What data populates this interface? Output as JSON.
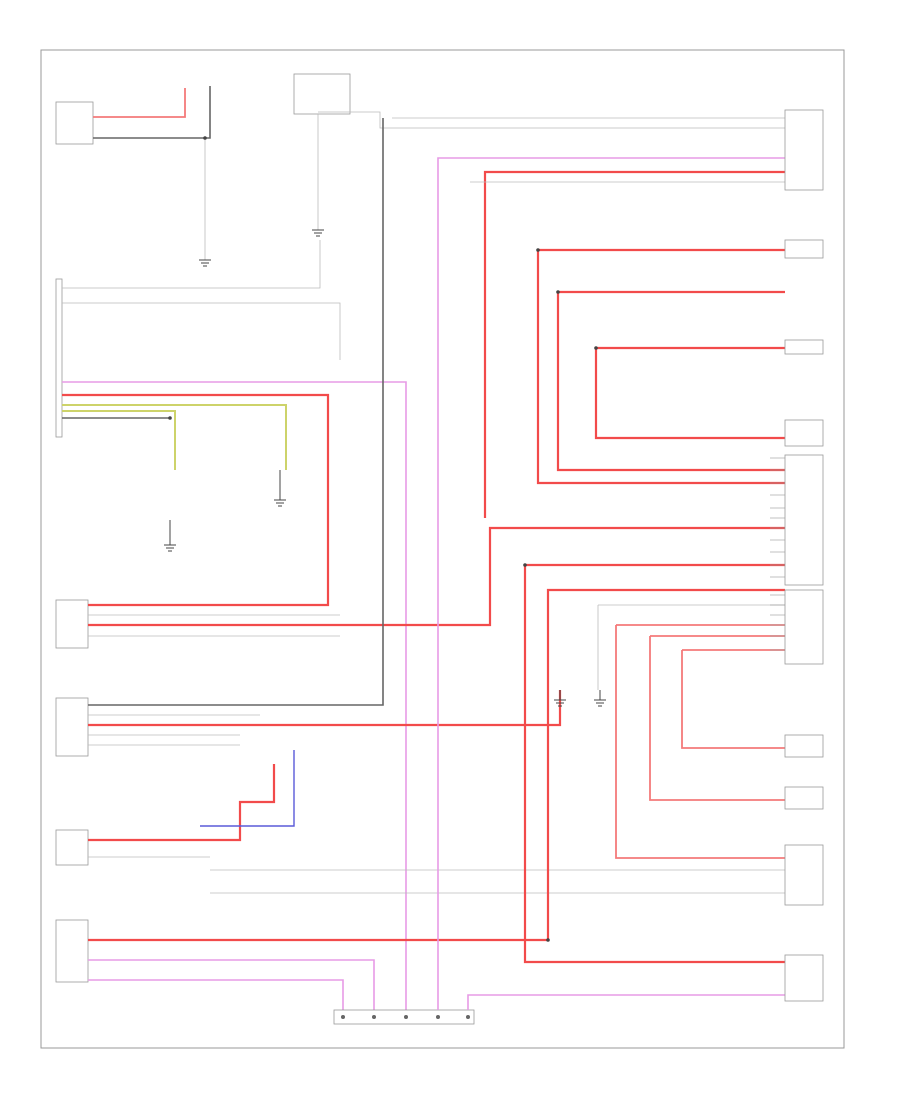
{
  "diagram": {
    "code_label": "",
    "colors": {
      "power_wire": "#f24b4b",
      "signal_wire": "#e79be6",
      "ground_wire": "#666666",
      "can_wire": "#cdd36a",
      "blue_wire": "#5a5ad8"
    },
    "components": [
      {
        "id": "rear-seat-heater-switch",
        "label": ""
      },
      {
        "id": "rear-seat-heater-element",
        "label": ""
      },
      {
        "id": "junction-block-left",
        "label": ""
      },
      {
        "id": "body-control-module-left",
        "label": ""
      },
      {
        "id": "seat-control-module",
        "label": ""
      },
      {
        "id": "rear-seat-heater-left",
        "label": ""
      },
      {
        "id": "heater-module",
        "label": ""
      },
      {
        "id": "climate-control-module-top",
        "label": ""
      },
      {
        "id": "seat-control-module-right-1",
        "label": ""
      },
      {
        "id": "seat-heater-control-module",
        "label": ""
      },
      {
        "id": "hvac-control-panel",
        "label": ""
      },
      {
        "id": "climate-control-module-right",
        "label": ""
      },
      {
        "id": "rear-seat-heater-right",
        "label": ""
      },
      {
        "id": "connector-bottom",
        "label": ""
      }
    ],
    "ground_points": [
      {
        "id": "g1",
        "label": ""
      },
      {
        "id": "g2",
        "label": ""
      },
      {
        "id": "g3",
        "label": ""
      },
      {
        "id": "g4",
        "label": ""
      },
      {
        "id": "g5",
        "label": ""
      },
      {
        "id": "g6",
        "label": ""
      }
    ]
  }
}
